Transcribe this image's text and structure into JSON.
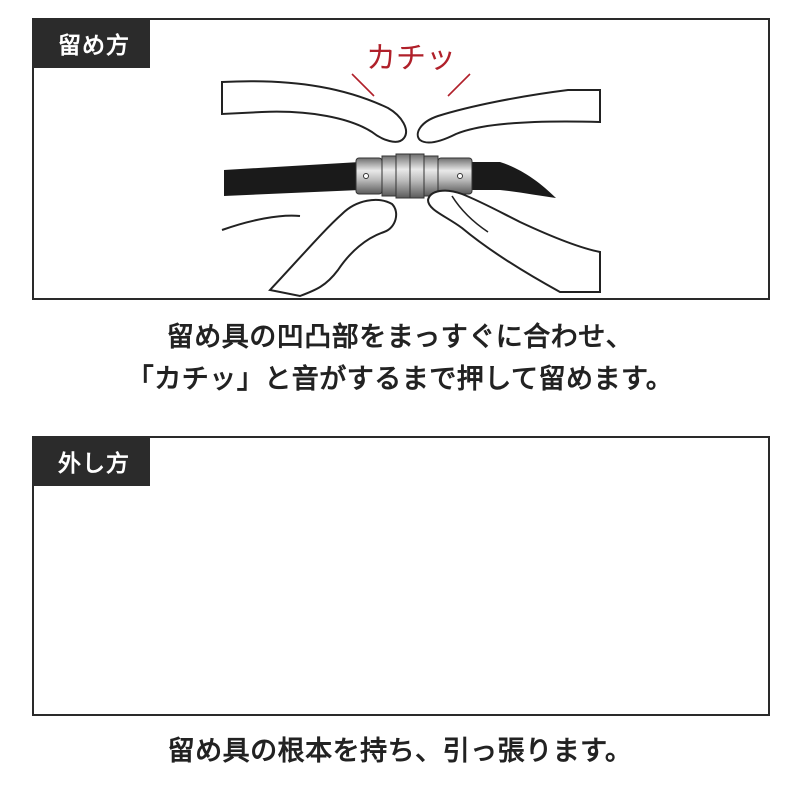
{
  "section_attach": {
    "tab_label": "留め方",
    "sound_effect": "カチッ",
    "caption_line1": "留め具の凹凸部をまっすぐに合わせ、",
    "caption_line2": "「カチッ」と音がするまで押して留めます。"
  },
  "section_detach": {
    "tab_label": "外し方",
    "caption": "留め具の根本を持ち、引っ張ります。"
  },
  "colors": {
    "frame": "#2a2a2a",
    "tab_bg": "#2b2b2b",
    "arrow": "#c81414",
    "sound_effect": "#b0202a",
    "cord": "#1a1a1a",
    "metal": "#b8b8b8"
  },
  "icons": [
    "left-arrow-icon",
    "right-arrow-icon"
  ]
}
